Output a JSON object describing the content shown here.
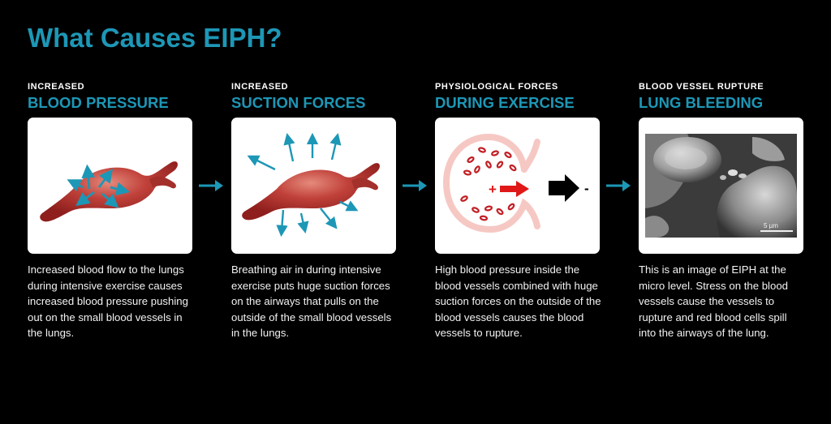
{
  "title": "What Causes EIPH?",
  "steps": [
    {
      "kicker": "INCREASED",
      "heading": "BLOOD PRESSURE",
      "image": "blood-vessel-pressure-illustration",
      "description": "Increased blood flow to the lungs during intensive exercise causes increased blood pressure pushing out on the small blood vessels in the lungs."
    },
    {
      "kicker": "INCREASED",
      "heading": "SUCTION FORCES",
      "image": "blood-vessel-suction-illustration",
      "description": "Breathing air in during intensive exercise puts huge suction forces on the airways that pulls on the outside of the small blood vessels in the lungs."
    },
    {
      "kicker": "PHYSIOLOGICAL FORCES",
      "heading": "DURING EXERCISE",
      "image": "alveolus-forces-diagram",
      "plus_sign": "+",
      "minus_sign": "-",
      "description": "High blood pressure inside the blood vessels combined with huge suction forces on the outside of the blood vessels causes the blood vessels to rupture."
    },
    {
      "kicker": "BLOOD VESSEL RUPTURE",
      "heading": "LUNG BLEEDING",
      "image": "eiph-micrograph",
      "scale_bar_label": "5 µm",
      "description": "This is an image of EIPH at the micro level. Stress on the blood vessels cause the vessels to rupture and red blood cells spill into the airways of the lung."
    }
  ],
  "flow_arrow_icon": "right-arrow-icon",
  "colors": {
    "background": "#000000",
    "accent": "#1d97b6",
    "vessel": "#b8312f",
    "plus_arrow": "#e01818"
  }
}
